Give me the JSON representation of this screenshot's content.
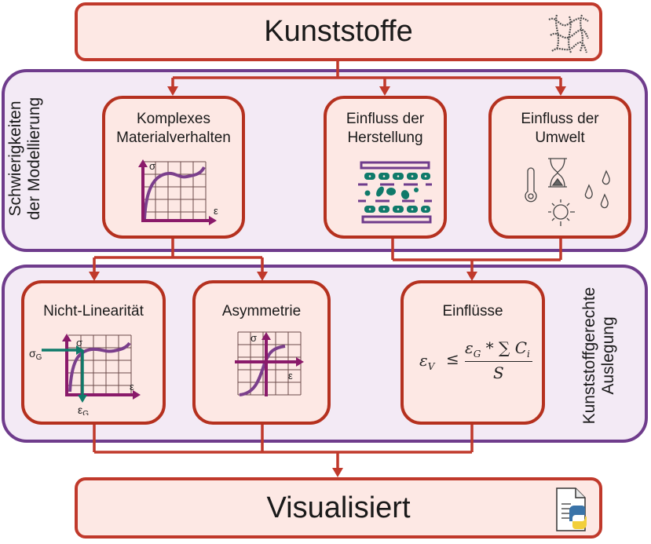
{
  "top": {
    "title": "Kunststoffe",
    "icon": "polymer-chains-icon"
  },
  "group_modeling": {
    "label_line1": "Schwierigkeiten",
    "label_line2": "der Modellierung",
    "cards": [
      {
        "title_line1": "Komplexes",
        "title_line2": "Materialverhalten",
        "icon": "stress-strain-chart-icon",
        "axis_y": "σ",
        "axis_x": "ε"
      },
      {
        "title_line1": "Einfluss der",
        "title_line2": "Herstellung",
        "icon": "fiber-layer-structure-icon"
      },
      {
        "title_line1": "Einfluss der",
        "title_line2": "Umwelt",
        "icon": "environment-icons"
      }
    ]
  },
  "group_design": {
    "label_line1": "Kunststoffgerechte",
    "label_line2": "Auslegung",
    "cards": [
      {
        "title": "Nicht-Linearität",
        "axis_y": "σ",
        "axis_x": "ε",
        "limit_stress": "σ",
        "limit_stress_sub": "G",
        "limit_strain": "ε",
        "limit_strain_sub": "G"
      },
      {
        "title": "Asymmetrie",
        "axis_y": "σ",
        "axis_x": "ε"
      },
      {
        "title": "Einflüsse",
        "formula": {
          "lhs": "ε",
          "lhs_sub": "V",
          "rel": "≤",
          "num_a": "ε",
          "num_a_sub": "G",
          "op": " * ∑ ",
          "num_b": "C",
          "num_b_sub": "i",
          "den": "S"
        }
      }
    ]
  },
  "bottom": {
    "title": "Visualisiert",
    "icon": "python-file-icon"
  },
  "colors": {
    "arrow": "#c0392b",
    "group_border": "#6f3c8c",
    "card_fill": "#fde8e4",
    "group_fill": "#f3eaf5",
    "curve": "#7b3f8c",
    "axis": "#8a1a6a",
    "teal": "#0f7a6a"
  }
}
